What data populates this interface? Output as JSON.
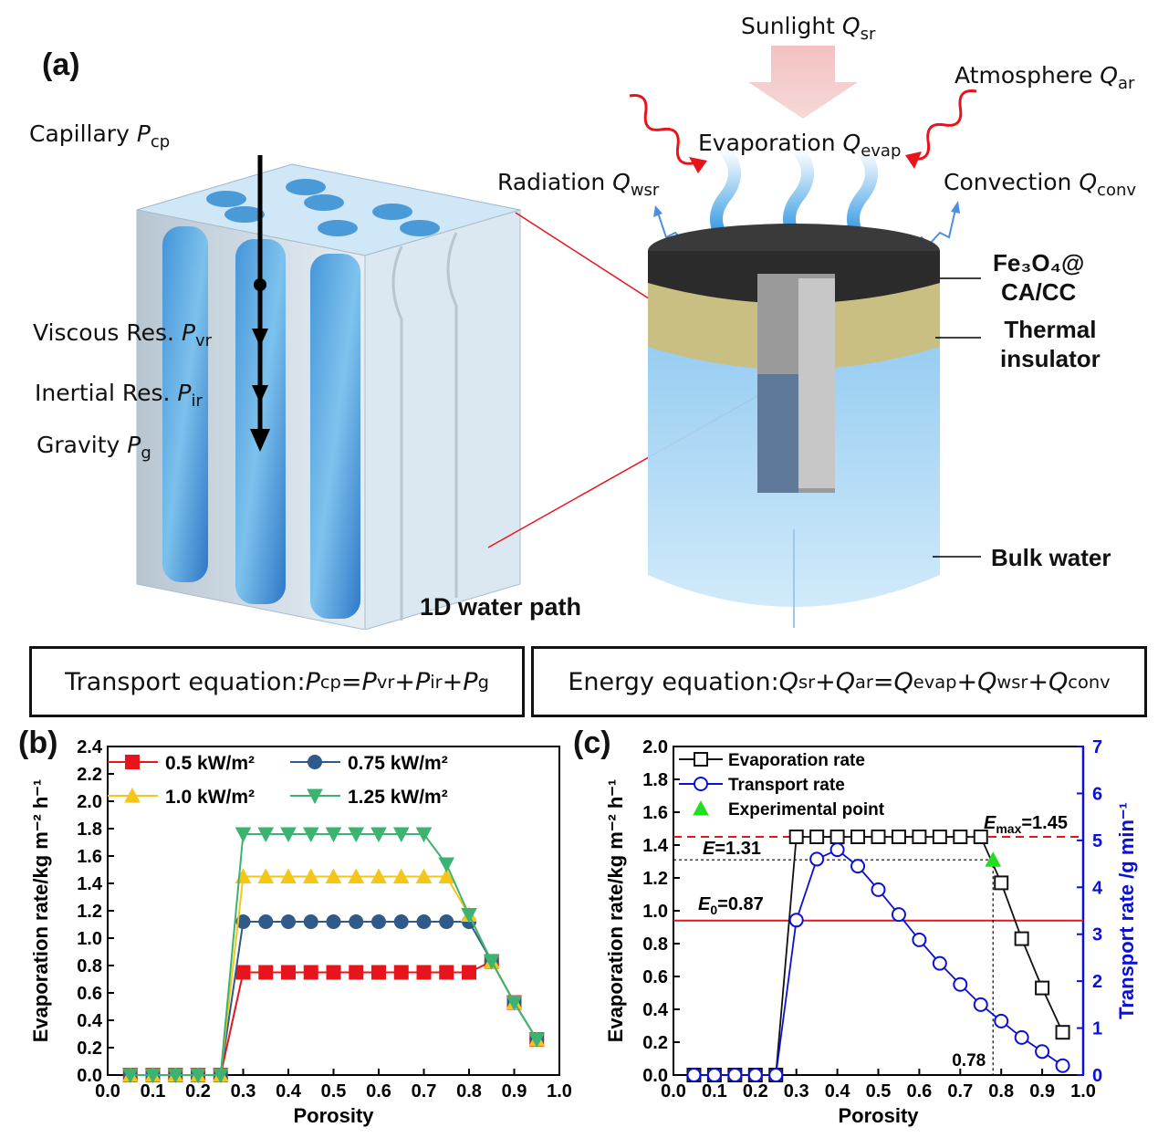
{
  "panel_a": {
    "letter": "(a)",
    "capillary": {
      "text": "Capillary ",
      "sym": "P",
      "sub": "cp"
    },
    "viscous": {
      "text": "Viscous Res. ",
      "sym": "P",
      "sub": "vr"
    },
    "inertial": {
      "text": "Inertial Res. ",
      "sym": "P",
      "sub": "ir"
    },
    "gravity": {
      "text": "Gravity ",
      "sym": "P",
      "sub": "g"
    },
    "water_path": "1D water path",
    "sunlight": {
      "text": "Sunlight ",
      "sym": "Q",
      "sub": "sr"
    },
    "atmosphere": {
      "text": "Atmosphere ",
      "sym": "Q",
      "sub": "ar"
    },
    "evaporation": {
      "text": "Evaporation ",
      "sym": "Q",
      "sub": "evap"
    },
    "radiation": {
      "text": "Radiation ",
      "sym": "Q",
      "sub": "wsr"
    },
    "convection": {
      "text": "Convection ",
      "sym": "Q",
      "sub": "conv"
    },
    "layer1_line1": "Fe₃O₄@",
    "layer1_line2": "CA/CC",
    "layer2_line1": "Thermal",
    "layer2_line2": "insulator",
    "layer3": "Bulk water",
    "transport_equation": "Transport equation: ",
    "energy_equation": "Energy equation: "
  },
  "colors": {
    "red": "#e8141c",
    "blue": "#0b10d6",
    "navy": "#2f5a8a",
    "yellow": "#f5c518",
    "green": "#3cb371",
    "green_point": "#22dd22"
  },
  "chart_b": {
    "letter": "(b)",
    "type": "line",
    "xlabel": "Porosity",
    "ylabel": "Evaporation rate/kg m⁻² h⁻¹",
    "xlim": [
      0.0,
      1.0
    ],
    "ylim": [
      0.0,
      2.4
    ],
    "xticks": [
      "0.0",
      "0.1",
      "0.2",
      "0.3",
      "0.4",
      "0.5",
      "0.6",
      "0.7",
      "0.8",
      "0.9",
      "1.0"
    ],
    "yticks": [
      "0.0",
      "0.2",
      "0.4",
      "0.6",
      "0.8",
      "1.0",
      "1.2",
      "1.4",
      "1.6",
      "1.8",
      "2.0",
      "2.2",
      "2.4"
    ],
    "x": [
      0.05,
      0.1,
      0.15,
      0.2,
      0.25,
      0.3,
      0.35,
      0.4,
      0.45,
      0.5,
      0.55,
      0.6,
      0.65,
      0.7,
      0.75,
      0.8,
      0.85,
      0.9,
      0.95
    ],
    "series": [
      {
        "name": "0.5 kW/m²",
        "marker": "square",
        "color": "#e8141c",
        "values": [
          0,
          0,
          0,
          0,
          0,
          0.75,
          0.75,
          0.75,
          0.75,
          0.75,
          0.75,
          0.75,
          0.75,
          0.75,
          0.75,
          0.75,
          0.83,
          0.53,
          0.26
        ]
      },
      {
        "name": "0.75 kW/m²",
        "marker": "circle",
        "color": "#2f5a8a",
        "values": [
          0,
          0,
          0,
          0,
          0,
          1.12,
          1.12,
          1.12,
          1.12,
          1.12,
          1.12,
          1.12,
          1.12,
          1.12,
          1.12,
          1.12,
          0.83,
          0.53,
          0.26
        ]
      },
      {
        "name": "1.0 kW/m²",
        "marker": "triangle-up",
        "color": "#f5c518",
        "values": [
          0,
          0,
          0,
          0,
          0,
          1.45,
          1.45,
          1.45,
          1.45,
          1.45,
          1.45,
          1.45,
          1.45,
          1.45,
          1.45,
          1.17,
          0.83,
          0.53,
          0.26
        ]
      },
      {
        "name": "1.25 kW/m²",
        "marker": "triangle-down",
        "color": "#3cb371",
        "values": [
          0,
          0,
          0,
          0,
          0,
          1.76,
          1.76,
          1.76,
          1.76,
          1.76,
          1.76,
          1.76,
          1.76,
          1.76,
          1.54,
          1.17,
          0.83,
          0.53,
          0.26
        ]
      }
    ]
  },
  "chart_c": {
    "letter": "(c)",
    "type": "line",
    "xlabel": "Porosity",
    "ylabel": "Evaporation rate/kg m⁻² h⁻¹",
    "y2label": "Transport rate /g min⁻¹",
    "xlim": [
      0.0,
      1.0
    ],
    "ylim": [
      0.0,
      2.0
    ],
    "y2lim": [
      0,
      7
    ],
    "xticks": [
      "0.0",
      "0.1",
      "0.2",
      "0.3",
      "0.4",
      "0.5",
      "0.6",
      "0.7",
      "0.8",
      "0.9",
      "1.0"
    ],
    "yticks": [
      "0.0",
      "0.2",
      "0.4",
      "0.6",
      "0.8",
      "1.0",
      "1.2",
      "1.4",
      "1.6",
      "1.8",
      "2.0"
    ],
    "y2ticks": [
      "0",
      "1",
      "2",
      "3",
      "4",
      "5",
      "6",
      "7"
    ],
    "evaporation": {
      "name": "Evaporation rate",
      "color": "#111111",
      "x": [
        0.05,
        0.1,
        0.15,
        0.2,
        0.25,
        0.3,
        0.35,
        0.4,
        0.45,
        0.5,
        0.55,
        0.6,
        0.65,
        0.7,
        0.75,
        0.8,
        0.85,
        0.9,
        0.95
      ],
      "values": [
        0,
        0,
        0,
        0,
        0,
        1.45,
        1.45,
        1.45,
        1.45,
        1.45,
        1.45,
        1.45,
        1.45,
        1.45,
        1.45,
        1.17,
        0.83,
        0.53,
        0.26
      ]
    },
    "transport": {
      "name": "Transport rate",
      "color": "#0b10d6",
      "x": [
        0.05,
        0.1,
        0.15,
        0.2,
        0.25,
        0.3,
        0.35,
        0.4,
        0.45,
        0.5,
        0.55,
        0.6,
        0.65,
        0.7,
        0.75,
        0.8,
        0.85,
        0.9,
        0.95
      ],
      "values": [
        0,
        0,
        0,
        0,
        0,
        3.3,
        4.6,
        4.8,
        4.45,
        3.95,
        3.42,
        2.88,
        2.38,
        1.93,
        1.5,
        1.15,
        0.8,
        0.5,
        0.2
      ]
    },
    "experimental": {
      "name": "Experimental point",
      "color": "#22dd22",
      "x": 0.78,
      "y": 1.31
    },
    "annotations": {
      "emax": {
        "sym": "E",
        "sub": "max",
        "val": "=1.45",
        "y": 1.45
      },
      "e": {
        "sym": "E",
        "val": "=1.31",
        "y": 1.31
      },
      "e0": {
        "sym": "E",
        "sub": "0",
        "val": "=0.87",
        "y": 0.94
      },
      "x_marker": {
        "text": "0.78",
        "x": 0.78
      }
    }
  }
}
